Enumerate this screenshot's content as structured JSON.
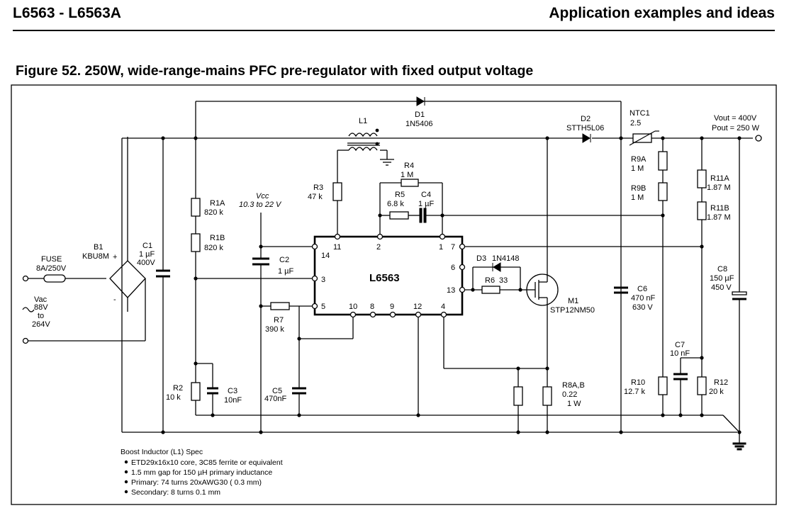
{
  "header": {
    "doc_id": "L6563 - L6563A",
    "section": "Application examples and ideas"
  },
  "figure": {
    "title": "Figure 52.  250W, wide-range-mains PFC pre-regulator with fixed output voltage"
  },
  "labels": {
    "D1_ref": "D1",
    "D1_val": "1N5406",
    "L1_ref": "L1",
    "D2_ref": "D2",
    "D2_val": "STTH5L06",
    "NTC1_ref": "NTC1",
    "NTC1_val": "2.5",
    "vout": "Vout = 400V",
    "pout": "Pout = 250 W",
    "R4_ref": "R4",
    "R4_val": "1 M",
    "R5_ref": "R5",
    "R5_val": "6.8 k",
    "C4_ref": "C4",
    "C4_val": "1 µF",
    "R3_ref": "R3",
    "R3_val": "47 k",
    "vcc": "Vcc",
    "vcc_range": "10.3 to 22 V",
    "R1A_ref": "R1A",
    "R1A_val": "820 k",
    "R1B_ref": "R1B",
    "R1B_val": "820 k",
    "R9A_ref": "R9A",
    "R9A_val": "1 M",
    "R9B_ref": "R9B",
    "R9B_val": "1 M",
    "R11A_ref": "R11A",
    "R11A_val": "1.87 M",
    "R11B_ref": "R11B",
    "R11B_val": "1.87 M",
    "B1_ref": "B1",
    "B1_val": "KBU8M",
    "C1_ref": "C1",
    "C1_val": "1 µF",
    "C1_val2": "400V",
    "C2_ref": "C2",
    "C2_val": "1 µF",
    "fuse_ref": "FUSE",
    "fuse_val": "8A/250V",
    "vac": "Vac",
    "vac_min": "88V",
    "vac_to": "to",
    "vac_max": "264V",
    "ic_name": "L6563",
    "D3_ref": "D3",
    "D3_val": "1N4148",
    "R6_ref": "R6",
    "R6_val": "33",
    "M1_ref": "M1",
    "M1_val": "STP12NM50",
    "C6_ref": "C6",
    "C6_val": "470 nF",
    "C6_val2": "630 V",
    "C8_ref": "C8",
    "C8_val": "150 µF",
    "C8_val2": "450 V",
    "C7_ref": "C7",
    "C7_val": "10 nF",
    "R7_ref": "R7",
    "R7_val": "390 k",
    "R2_ref": "R2",
    "R2_val": "10 k",
    "C3_ref": "C3",
    "C3_val": "10nF",
    "C5_ref": "C5",
    "C5_val": "470nF",
    "R8_ref": "R8A,B",
    "R8_val": "0.22",
    "R8_val2": "1 W",
    "R10_ref": "R10",
    "R10_val": "12.7 k",
    "R12_ref": "R12",
    "R12_val": "20 k",
    "plus": "+",
    "minus": "-"
  },
  "pins": {
    "p14": "14",
    "p11": "11",
    "p2": "2",
    "p1": "1",
    "p7": "7",
    "p3": "3",
    "p6": "6",
    "p13": "13",
    "p5": "5",
    "p10": "10",
    "p8": "8",
    "p9": "9",
    "p12": "12",
    "p4": "4"
  },
  "inductor_spec": {
    "title": "Boost Inductor (L1) Spec",
    "items": [
      "ETD29x16x10 core, 3C85 ferrite or equivalent",
      "1.5 mm gap for 150 µH primary inductance",
      "Primary: 74 turns 20xAWG30 (    0.3 mm)",
      "Secondary: 8 turns 0.1 mm"
    ]
  }
}
